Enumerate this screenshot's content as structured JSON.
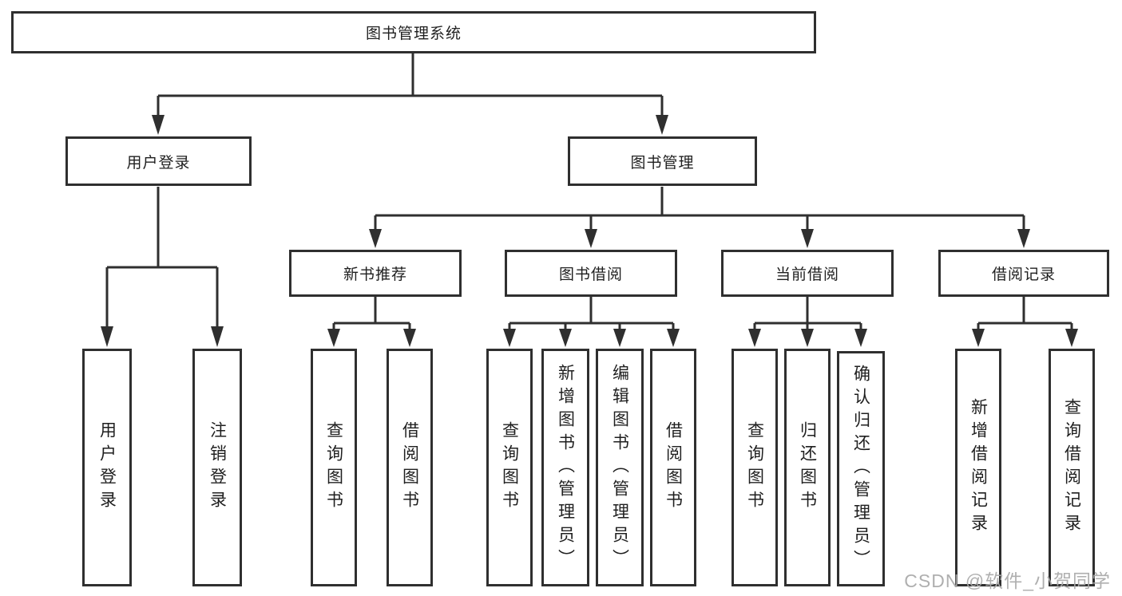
{
  "tree": {
    "root": {
      "label": "图书管理系统",
      "children": [
        {
          "label": "用户登录",
          "children": [
            {
              "label": "用户登录"
            },
            {
              "label": "注销登录"
            }
          ]
        },
        {
          "label": "图书管理",
          "children": [
            {
              "label": "新书推荐",
              "children": [
                {
                  "label": "查询图书"
                },
                {
                  "label": "借阅图书"
                }
              ]
            },
            {
              "label": "图书借阅",
              "children": [
                {
                  "label": "查询图书"
                },
                {
                  "label": "新增图书（管理员）"
                },
                {
                  "label": "编辑图书（管理员）"
                },
                {
                  "label": "借阅图书"
                }
              ]
            },
            {
              "label": "当前借阅",
              "children": [
                {
                  "label": "查询图书"
                },
                {
                  "label": "归还图书"
                },
                {
                  "label": "确认归还（管理员）"
                }
              ]
            },
            {
              "label": "借阅记录",
              "children": [
                {
                  "label": "新增借阅记录"
                },
                {
                  "label": "查询借阅记录"
                }
              ]
            }
          ]
        }
      ]
    }
  },
  "watermark": {
    "text": "CSDN @软件_小贺同学"
  },
  "colors": {
    "line": "#2f2f2f",
    "text": "#1f1f1f",
    "watermark": "#a9a9a9",
    "background": "#ffffff"
  }
}
